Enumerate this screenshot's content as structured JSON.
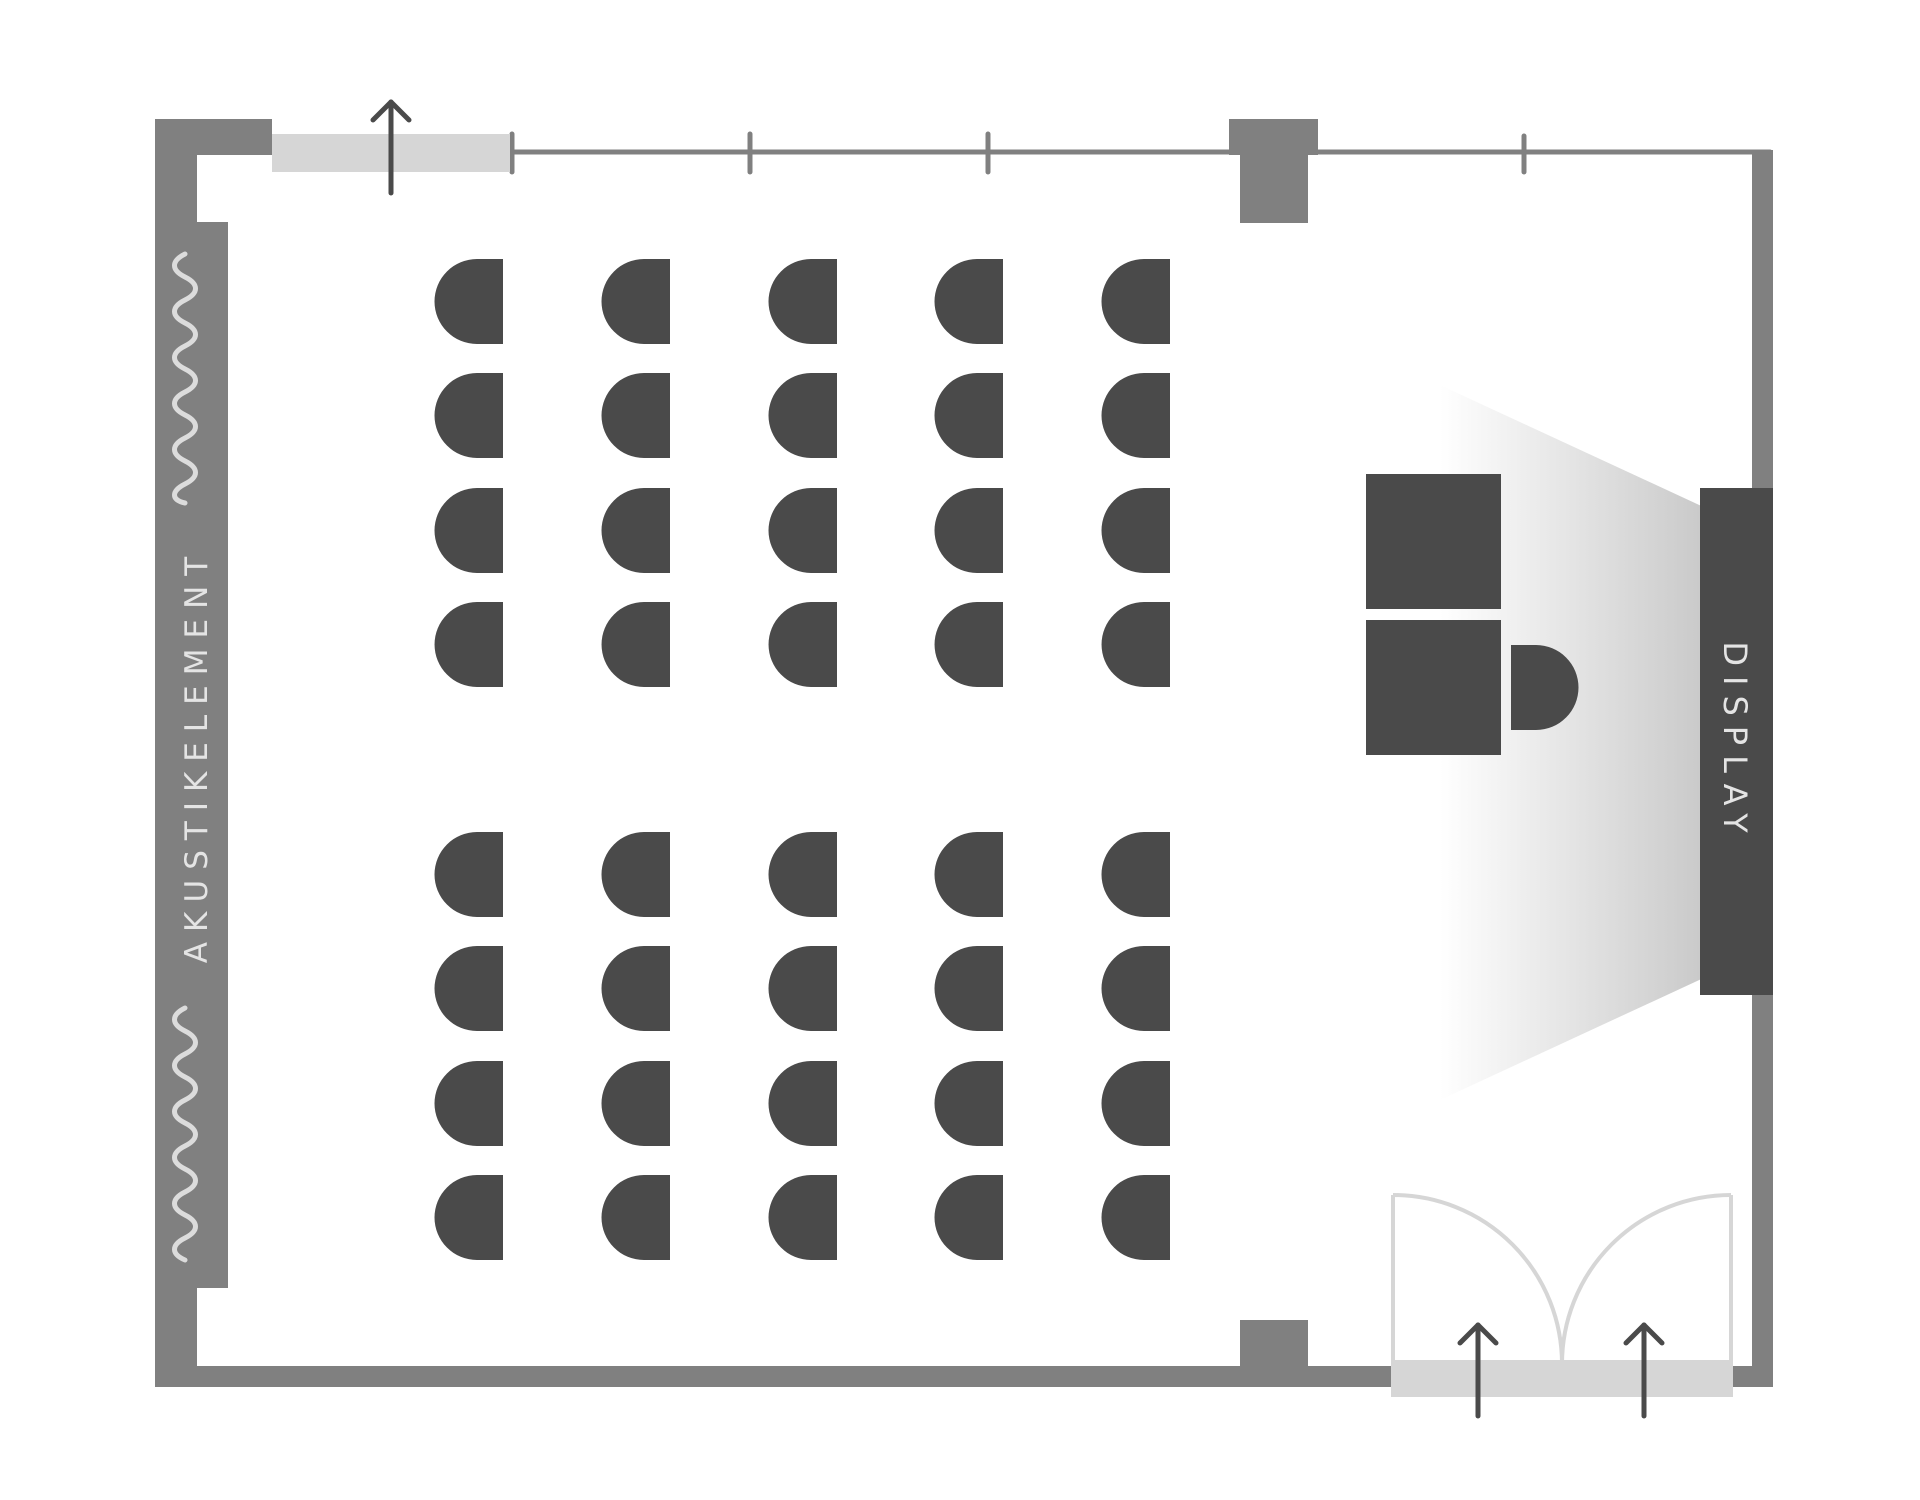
{
  "plan": {
    "acoustic_panel_label": "AKUSTIKELEMENT",
    "display_label": "DISPLAY",
    "seating": {
      "columns": 5,
      "rows_per_block": 4,
      "blocks": 2,
      "total_seats": 40
    },
    "presenter_desks": 2,
    "presenter_chairs": 1,
    "entrance_doors": 2,
    "colors": {
      "wall": "#808080",
      "furniture": "#4a4a4a",
      "door": "#d6d6d6",
      "label": "#e4e4e4",
      "arrow": "#4a4a4a"
    }
  }
}
